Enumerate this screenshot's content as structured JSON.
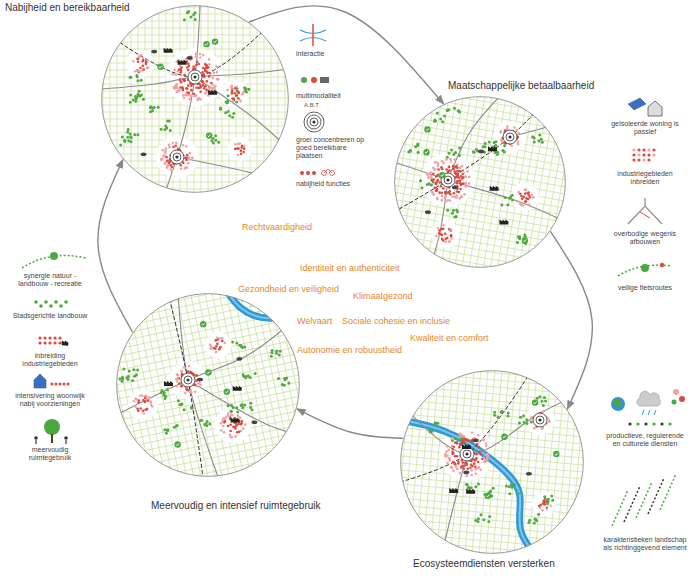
{
  "diagram": {
    "nodes": [
      {
        "text": [
          "Nabijheid en bereikbaarheid"
        ]
      },
      {
        "text": [
          "Maatschappelijke betaalbaarheid"
        ]
      },
      {
        "text": [
          "Meervoudig en intensief ruimtegebruik"
        ]
      },
      {
        "text": [
          "Ecosysteemdiensten versterken"
        ]
      }
    ],
    "edges": [
      {
        "from": 0,
        "to": 1,
        "arrow": "to"
      },
      {
        "from": 1,
        "to": 3,
        "arrow": "to"
      },
      {
        "from": 3,
        "to": 2,
        "arrow": "to"
      },
      {
        "from": 2,
        "to": 0,
        "arrow": "to"
      }
    ],
    "labels": [
      "interactie",
      "multimodaliteit",
      "A.B.T",
      "groei concentreren op goed bereikbare plaatsen",
      "nabijheid functies",
      "geïsoleerde woning is passief",
      "industriegebieden inbreiden",
      "overbodige wegenis afbouwen",
      "veilige fietsroutes",
      "productieve, regulerende en culturele diensten",
      "karakteristieken landschap als richtinggevend element",
      "synergie natuur - landbouw - recreatie",
      "Stadsgerichte landbouw",
      "inbreiding industriegebieden",
      "intensivering woonwijk nabij voorzieningen",
      "meervoudig ruimtegebruik",
      "Rechtvaardigheid",
      "Identiteit en authenticiteit",
      "Gezondheid en veiligheid",
      "Klimaatgezond",
      "Welvaart",
      "Sociale cohesie en inclusie",
      "Autonomie en robuustheid",
      "Kwaliteit en comfort"
    ]
  }
}
